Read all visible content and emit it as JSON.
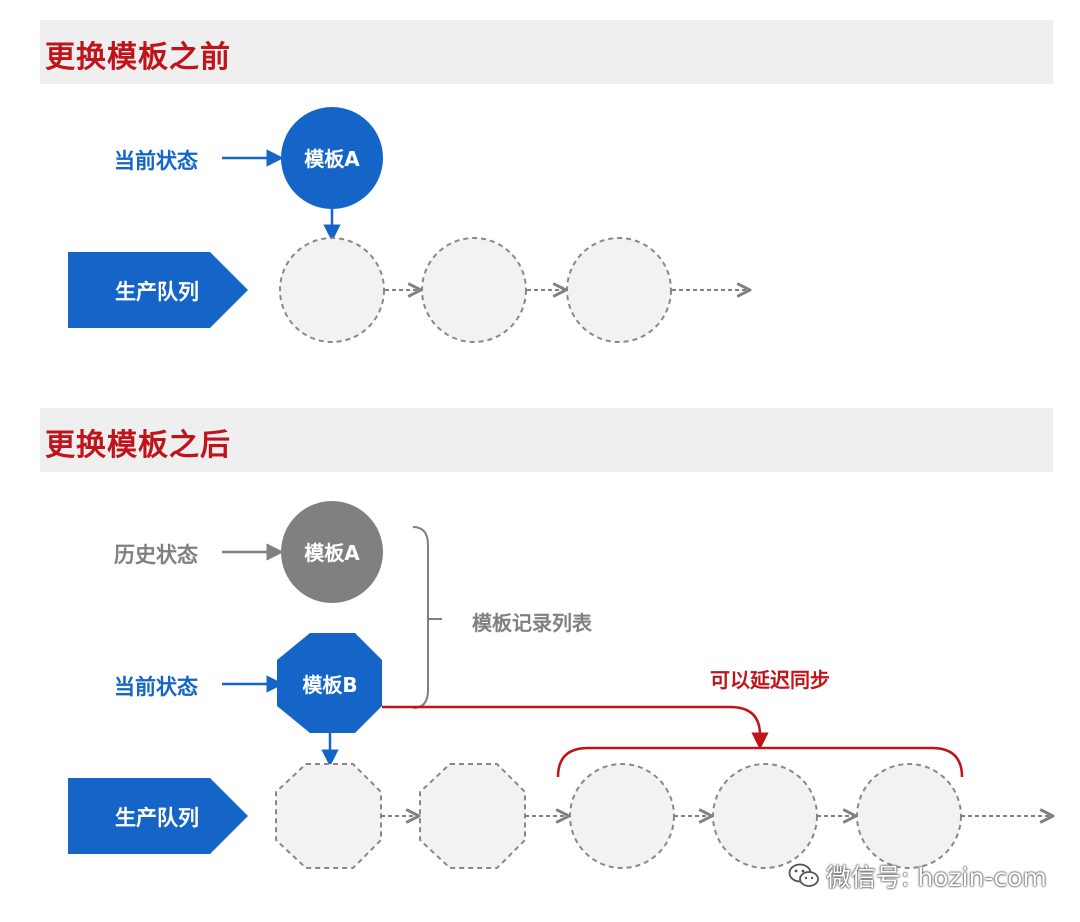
{
  "colors": {
    "blue": "#1565c8",
    "red": "#c0141b",
    "gray": "#808080",
    "circle_fill": "#f2f2f2"
  },
  "before": {
    "title": "更换模板之前",
    "current_label": "当前状态",
    "template_label": "模板A",
    "queue_label": "生产队列"
  },
  "after": {
    "title": "更换模板之后",
    "history_label": "历史状态",
    "history_template": "模板A",
    "current_label": "当前状态",
    "current_template": "模板B",
    "record_list_label": "模板记录列表",
    "delay_sync_label": "可以延迟同步",
    "queue_label": "生产队列"
  },
  "watermark": {
    "icon": "wechat-icon",
    "text": "微信号: hozin-com"
  }
}
